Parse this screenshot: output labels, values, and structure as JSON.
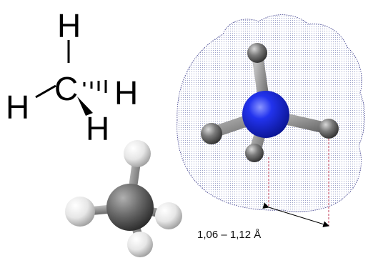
{
  "structural_formula": {
    "top_atom": "H",
    "center_atom": "C",
    "left_atom": "H",
    "right_atom": "H",
    "bottom_atom": "H"
  },
  "distance": {
    "label": "1,06 – 1,12 Å"
  },
  "colors": {
    "background": "#ffffff",
    "bond_line": "#000000",
    "carbon_small": "#6f6f6f",
    "hydrogen_small": "#e8e8e8",
    "central_atom": "#1020e0",
    "hydrogen_large": "#6a6a6a",
    "electron_cloud_dots": "#9aa0c8",
    "cloud_outline": "#3a3a8a",
    "guide_line": "#c03a55",
    "arrow": "#000000"
  },
  "icons": {
    "small_model": "ball-and-stick-methane",
    "large_model": "electron-cloud-model"
  }
}
